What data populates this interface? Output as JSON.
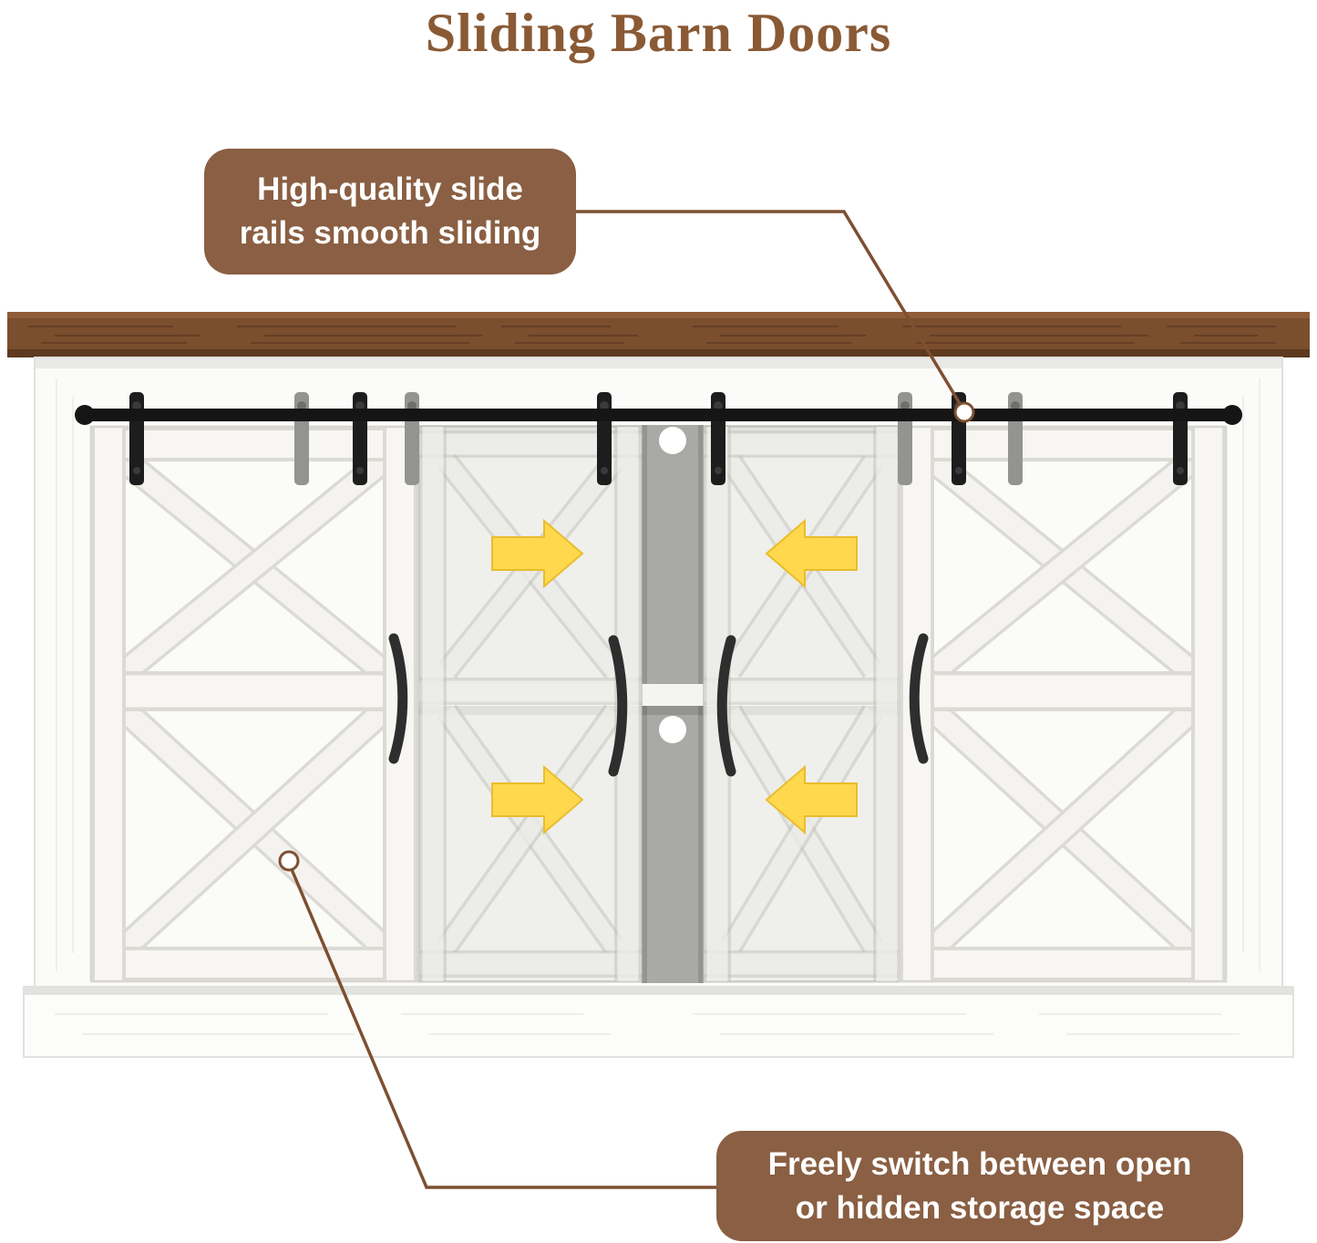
{
  "title": "Sliding Barn Doors",
  "callouts": {
    "top": {
      "line1": "High-quality slide",
      "line2": "rails smooth sliding"
    },
    "bottom": {
      "line1": "Freely switch between open",
      "line2": "or hidden storage space"
    }
  },
  "illustration": {
    "icons": [
      "slide-arrow-right-icon",
      "slide-arrow-left-icon",
      "leader-dot-icon"
    ]
  },
  "colors": {
    "title_text": "#8a5a35",
    "callout_background": "#8a5f43",
    "callout_text": "#ffffff",
    "leader_line": "#7d4f31",
    "wood_top": "#7b4e2e",
    "slide_rail": "#151515",
    "arrow_yellow": "#ffd84e",
    "cabinet_white": "#fbfbf8",
    "interior_gray": "#e4e4e1"
  }
}
